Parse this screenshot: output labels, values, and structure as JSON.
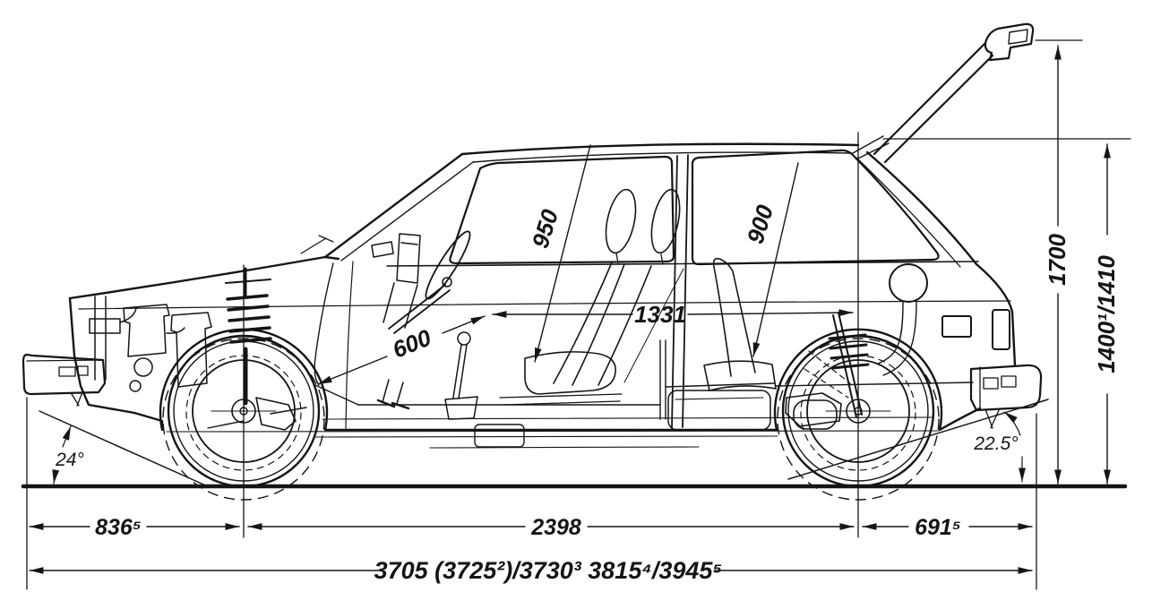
{
  "meta": {
    "type": "technical-blueprint",
    "subject": "3-door hatchback side elevation dimension drawing",
    "units": "mm"
  },
  "colors": {
    "ink": "#151515",
    "background": "#ffffff"
  },
  "dimensions": {
    "front_overhang": "836⁵",
    "wheelbase": "2398",
    "rear_overhang": "691⁵",
    "overall_length": "3705 (3725²)/3730³ 3815⁴/3945⁵",
    "height_tailgate_open": "1700",
    "overall_height": "1400¹/1410",
    "front_headroom": "950",
    "rear_headroom": "900",
    "interior_length": "1331",
    "seat_to_pedal": "600",
    "approach_angle": "24°",
    "departure_angle": "22.5°"
  }
}
